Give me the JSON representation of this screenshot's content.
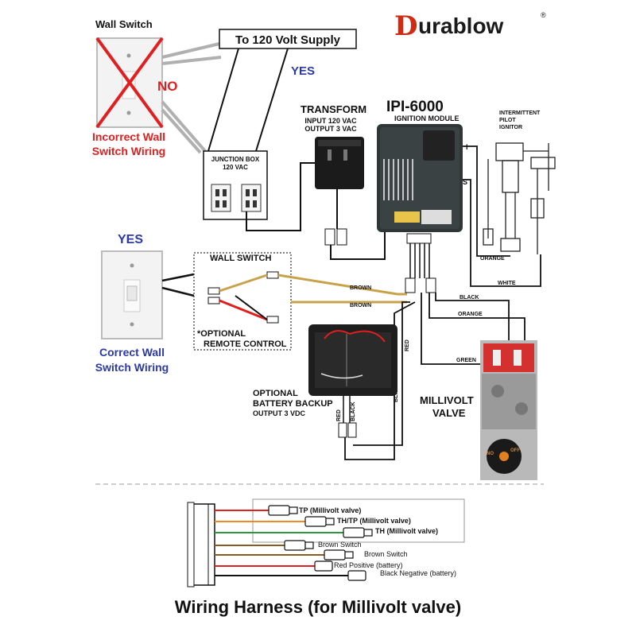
{
  "brand": {
    "logo_letter": "D",
    "name": "urablow",
    "registered": "®"
  },
  "incorrect": {
    "title": "Wall Switch",
    "no_label": "NO",
    "caption_line1": "Incorrect Wall",
    "caption_line2": "Switch Wiring"
  },
  "supply": {
    "label": "To 120 Volt Supply",
    "yes_label": "YES"
  },
  "transformer": {
    "title": "TRANSFORM",
    "input": "INPUT 120 VAC",
    "output": "OUTPUT 3 VAC"
  },
  "junction_box": {
    "line1": "JUNCTION BOX",
    "line2": "120 VAC"
  },
  "module": {
    "title": "IPI-6000",
    "subtitle": "IGNITION MODULE",
    "terminal_i": "I",
    "terminal_s": "S"
  },
  "ignitor": {
    "line1": "INTERMITTENT",
    "line2": "PILOT",
    "line3": "IGNITOR"
  },
  "correct": {
    "yes_label": "YES",
    "caption_line1": "Correct Wall",
    "caption_line2": "Switch Wiring"
  },
  "wall_switch_box": {
    "title": "WALL SWITCH",
    "optional_line1": "*OPTIONAL",
    "optional_line2": "REMOTE CONTROL"
  },
  "wires": {
    "brown1": "BROWN",
    "brown2": "BROWN",
    "black": "BLACK",
    "orange": "ORANGE",
    "orange_ign": "ORANGE",
    "white": "WHITE",
    "green": "GREEN",
    "red_vertical": "RED",
    "black_vertical": "BLACK",
    "red_battery": "RED",
    "black_battery": "BLACK"
  },
  "battery": {
    "line1": "OPTIONAL",
    "line2": "BATTERY BACKUP",
    "line3": "OUTPUT 3 VDC"
  },
  "valve": {
    "line1": "MILLIVOLT",
    "line2": "VALVE",
    "knob_no": "NO",
    "knob_off": "OFF"
  },
  "harness": {
    "title": "Wiring Harness (for Millivolt valve)",
    "labels": [
      "TP (Millivolt valve)",
      "TH/TP (Millivolt valve)",
      "TH (Millivolt valve)",
      "Brown Switch",
      "Brown Switch",
      "Red Positive (battery)",
      "Black Negative (battery)"
    ]
  },
  "colors": {
    "red": "#e02020",
    "blue": "#2b3aa8",
    "brown": "#8b5a1e",
    "tan": "#c8a24a",
    "orange": "#f08a1c",
    "green": "#2a9a3a",
    "dark": "#111111"
  }
}
